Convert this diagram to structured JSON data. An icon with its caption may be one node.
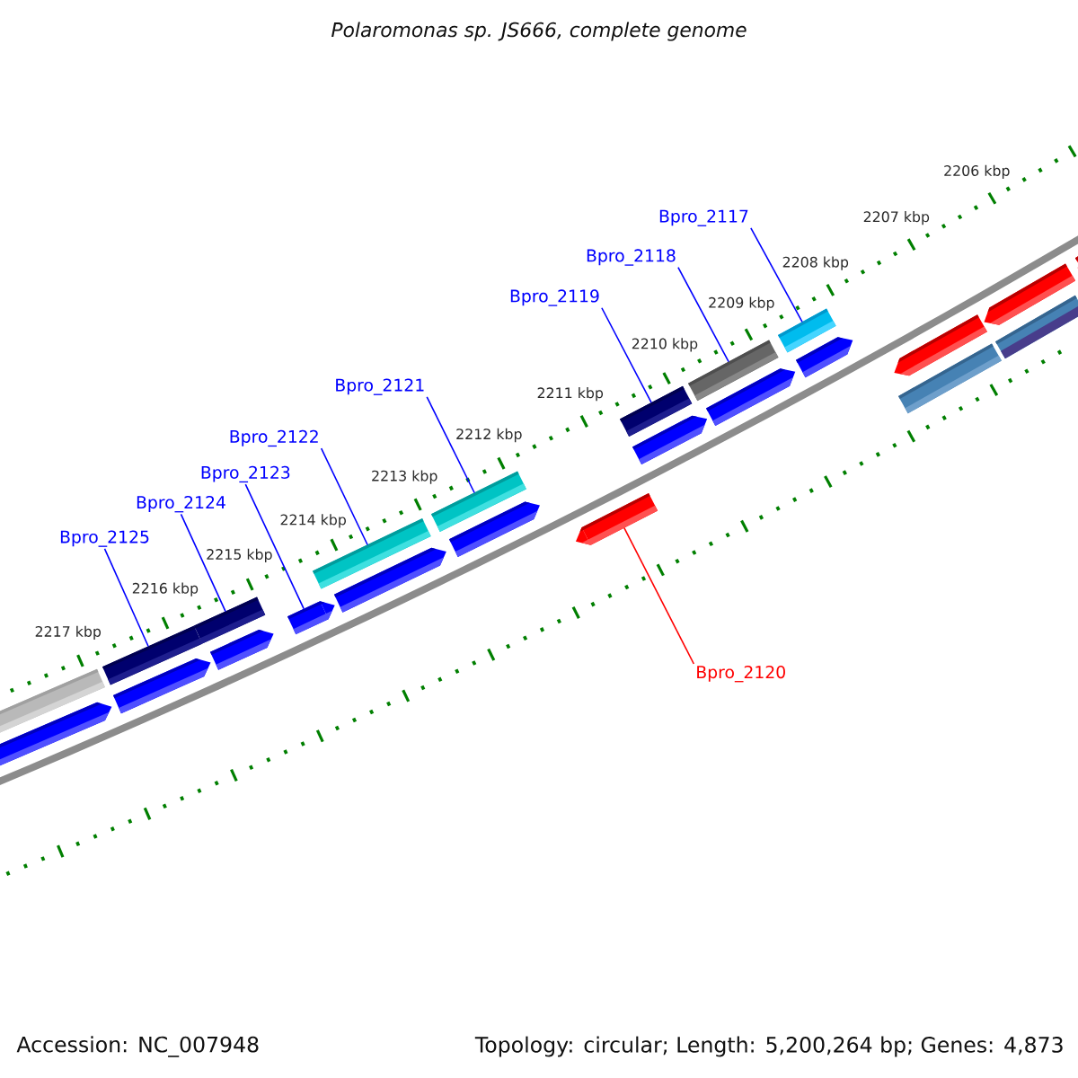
{
  "diagram": {
    "title": "Polaromonas sp. JS666, complete genome",
    "nodes": [
      {
        "text": [
          "Bpro_2117"
        ]
      },
      {
        "text": [
          "Bpro_2118"
        ]
      },
      {
        "text": [
          "Bpro_2119"
        ]
      },
      {
        "text": [
          "Bpro_2121"
        ]
      },
      {
        "text": [
          "Bpro_2122"
        ]
      },
      {
        "text": [
          "Bpro_2123"
        ]
      },
      {
        "text": [
          "Bpro_2124"
        ]
      },
      {
        "text": [
          "Bpro_2125"
        ]
      },
      {
        "text": [
          "Bpro_2120"
        ]
      },
      {
        "text": [],
        "shape": "bar"
      },
      {
        "text": [],
        "shape": "bar"
      },
      {
        "text": [],
        "shape": "arrow"
      },
      {
        "text": [],
        "shape": "bar"
      },
      {
        "text": [],
        "shape": "bar"
      },
      {
        "text": [],
        "shape": "arrow"
      },
      {
        "text": [],
        "shape": "bar"
      },
      {
        "text": [],
        "shape": "bar"
      },
      {
        "text": [],
        "shape": "bar"
      }
    ],
    "edges": [
      {
        "from": 0,
        "to": 17,
        "arrow": "none"
      },
      {
        "from": 1,
        "to": 16,
        "arrow": "none"
      },
      {
        "from": 2,
        "to": 15,
        "arrow": "none"
      },
      {
        "from": 3,
        "to": 13,
        "arrow": "none"
      },
      {
        "from": 4,
        "to": 12,
        "arrow": "none"
      },
      {
        "from": 5,
        "to": 11,
        "arrow": "none"
      },
      {
        "from": 6,
        "to": 10,
        "arrow": "none"
      },
      {
        "from": 7,
        "to": 9,
        "arrow": "none"
      },
      {
        "from": 8,
        "to": 14,
        "arrow": "none",
        "color": "#ff0000"
      }
    ],
    "labels": [
      "2206 kbp",
      "2207 kbp",
      "2208 kbp",
      "2209 kbp",
      "2210 kbp",
      "2211 kbp",
      "2212 kbp",
      "2213 kbp",
      "2214 kbp",
      "2215 kbp",
      "2216 kbp",
      "2217 kbp",
      "Accession: NC_007948",
      "Topology: circular; Length: 5,200,264 bp; Genes: 4,873"
    ]
  }
}
